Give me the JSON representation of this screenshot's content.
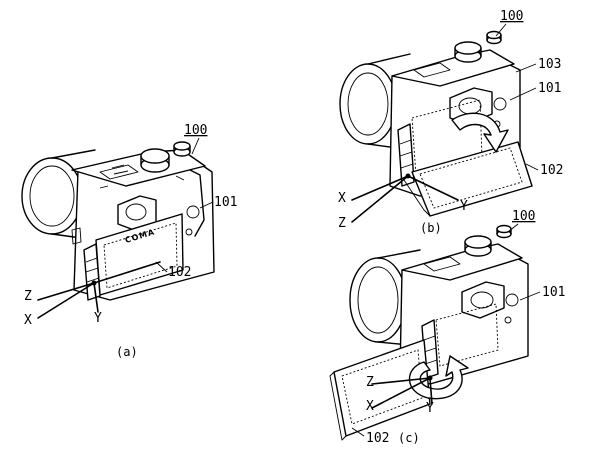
{
  "figures": [
    {
      "caption": "(a)",
      "refs": {
        "camera": "100",
        "hinge": "101",
        "monitor": "102"
      },
      "brand_mark": "COMA",
      "axes": {
        "x": "X",
        "y": "Y",
        "z": "Z"
      }
    },
    {
      "caption": "(b)",
      "refs": {
        "camera": "100",
        "viewfinder": "103",
        "hinge": "101",
        "monitor": "102"
      },
      "axes": {
        "x": "X",
        "y": "Y",
        "z": "Z"
      }
    },
    {
      "caption": "(c)",
      "refs": {
        "camera": "100",
        "hinge": "101",
        "monitor": "102"
      },
      "axes": {
        "x": "X",
        "y": "Y",
        "z": "Z"
      }
    }
  ],
  "colors": {
    "line": "#000000",
    "background": "#ffffff"
  }
}
